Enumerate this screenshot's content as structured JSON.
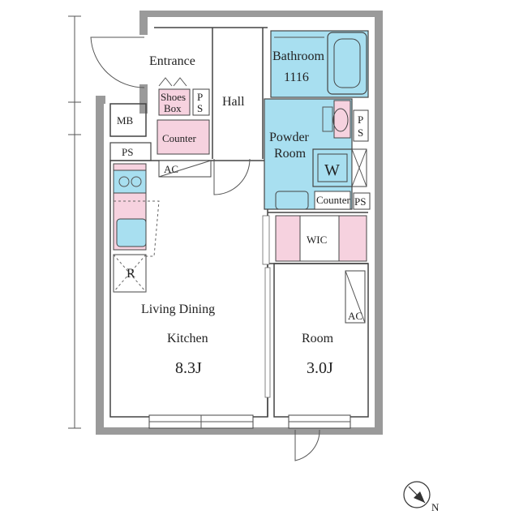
{
  "rooms": {
    "entrance": "Entrance",
    "shoes_box_1": "Shoes",
    "shoes_box_2": "Box",
    "ps_top_1": "P",
    "ps_top_2": "S",
    "hall": "Hall",
    "bathroom": "Bathroom",
    "bathroom_size": "1116",
    "mb": "MB",
    "counter_entrance": "Counter",
    "ps_left": "PS",
    "ac_hall": "AC",
    "powder_1": "Powder",
    "powder_2": "Room",
    "washer": "W",
    "ps_right_1": "P",
    "ps_right_2": "S",
    "counter_powder": "Counter",
    "ps_small": "PS",
    "wic": "WIC",
    "fridge": "R",
    "ldk_1": "Living Dining",
    "ldk_2": "Kitchen",
    "ldk_size": "8.3J",
    "room": "Room",
    "room_size": "3.0J",
    "ac_room": "AC",
    "compass_n": "N"
  },
  "colors": {
    "wall": "#9a9a9a",
    "wet_area": "#a8dff0",
    "storage": "#f6d2df",
    "line": "#444444"
  }
}
